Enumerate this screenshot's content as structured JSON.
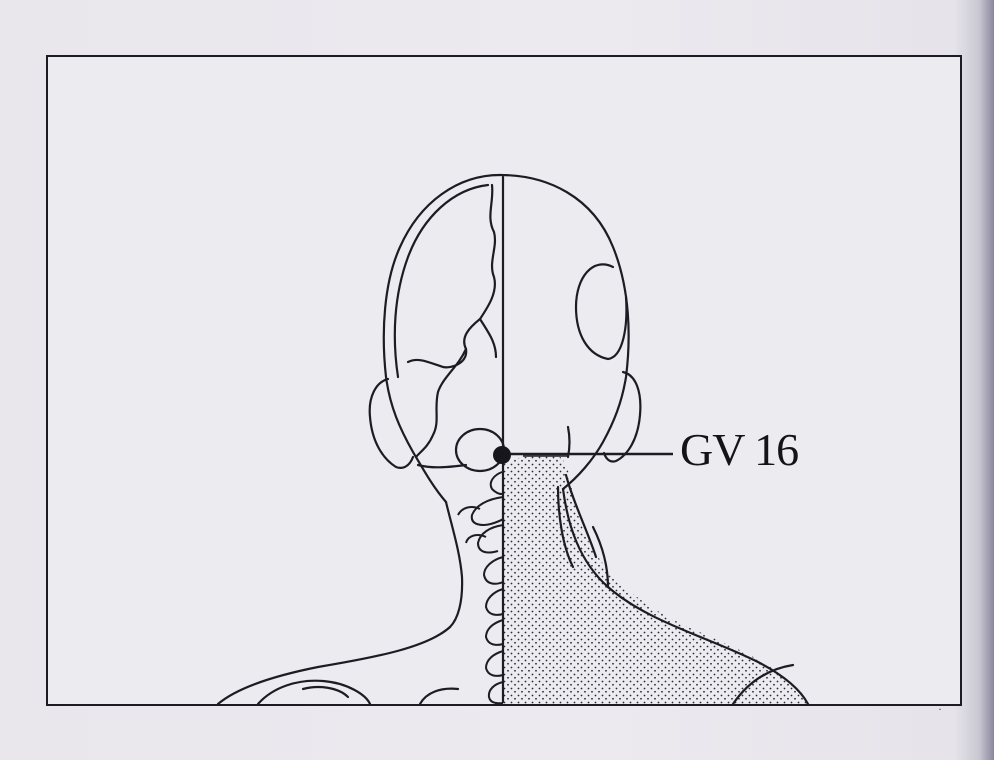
{
  "figure": {
    "point_label": "GV 16",
    "colors": {
      "paper": "#ecebef",
      "ink": "#1c1c24",
      "stipple": "#2a2a33"
    },
    "icons": [
      "head-back-view-illustration",
      "acupoint-marker-dot",
      "skull-suture-lines",
      "cervical-vertebrae",
      "stippled-shoulder-muscle"
    ]
  }
}
